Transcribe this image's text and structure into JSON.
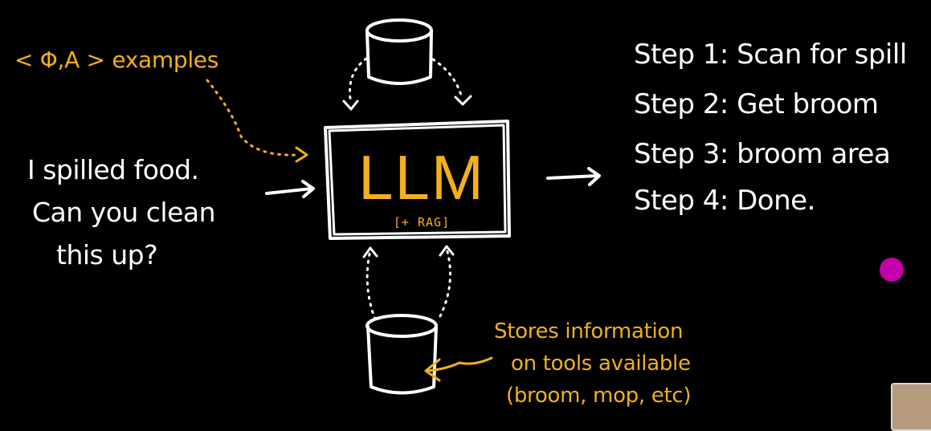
{
  "examples_note": "< Φ,A > examples",
  "user_input": {
    "line1": "I spilled food.",
    "line2": "Can you clean",
    "line3": "this up?"
  },
  "model": {
    "label": "LLM",
    "sublabel": "[+ RAG]"
  },
  "steps": [
    "Step 1: Scan for spill",
    "Step 2: Get broom",
    "Step 3: broom area",
    "Step 4: Done."
  ],
  "tools_note": {
    "line1": "Stores information",
    "line2": "on tools available",
    "line3": "(broom, mop, etc)"
  },
  "colors": {
    "background": "#000000",
    "chalk_white": "#ffffff",
    "annotation_yellow": "#f2b01e",
    "pointer": "#c400a8"
  }
}
